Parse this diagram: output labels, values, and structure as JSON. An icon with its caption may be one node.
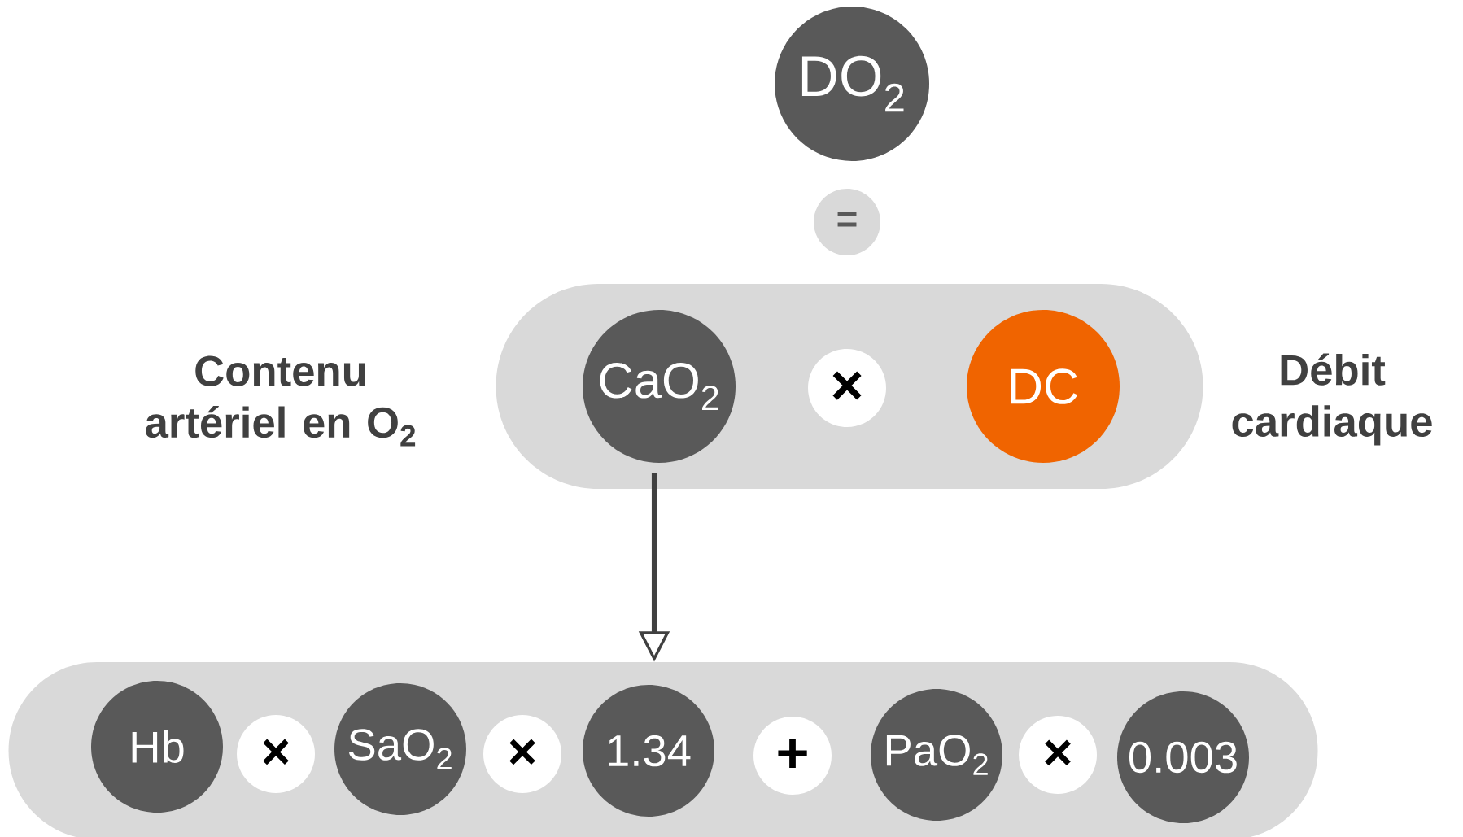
{
  "diagram": {
    "nodes": [
      {
        "text": [
          "DO$_{2}$"
        ]
      },
      {
        "text": [
          "="
        ]
      },
      {
        "text": [],
        "shape": "band"
      },
      {
        "text": [
          "CaO$_{2}$"
        ],
        "in": 2,
        "beside": [
          "Contenu artériel en O$_{2}$"
        ]
      },
      {
        "text": [
          "×"
        ],
        "in": 2
      },
      {
        "text": [
          "DC"
        ],
        "in": 2,
        "beside": [
          "Débit cardiaque"
        ]
      },
      {
        "text": [],
        "shape": "band"
      },
      {
        "text": [
          "Hb"
        ],
        "in": 6
      },
      {
        "text": [
          "×"
        ],
        "in": 6
      },
      {
        "text": [
          "SaO$_{2}$"
        ],
        "in": 6
      },
      {
        "text": [
          "×"
        ],
        "in": 6
      },
      {
        "text": [
          "1.34"
        ],
        "in": 6
      },
      {
        "text": [
          "+"
        ],
        "in": 6
      },
      {
        "text": [
          "PaO$_{2}$"
        ],
        "in": 6
      },
      {
        "text": [
          "×"
        ],
        "in": 6
      },
      {
        "text": [
          "0.003"
        ],
        "in": 6
      }
    ],
    "edges": [
      {
        "from": 3,
        "to": 6,
        "arrow": "to"
      }
    ]
  }
}
